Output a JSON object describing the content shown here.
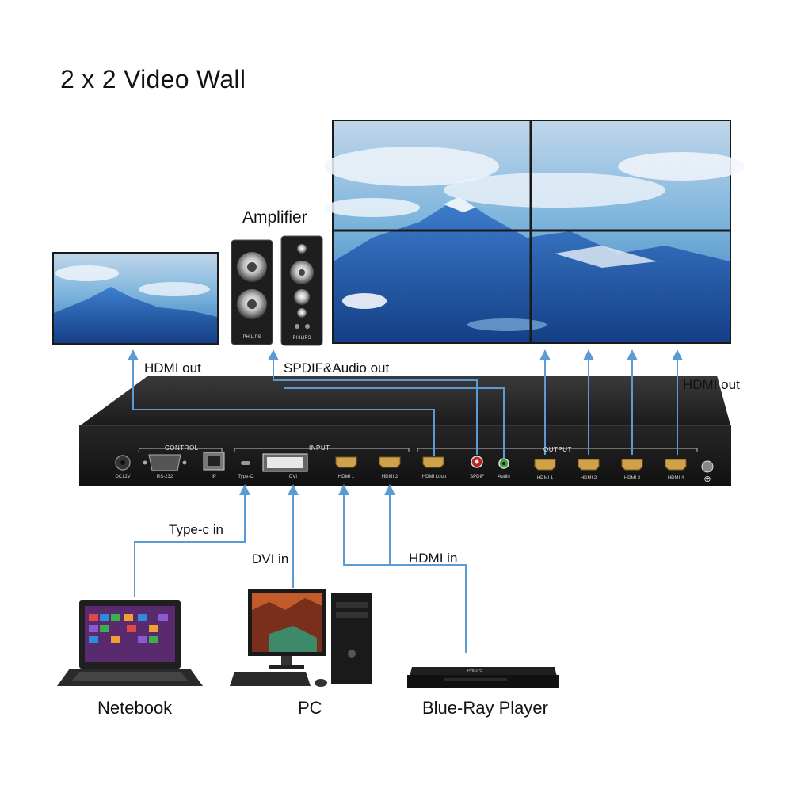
{
  "title": "2 x 2 Video Wall",
  "labels": {
    "amplifier": "Amplifier",
    "hdmi_out_left": "HDMI out",
    "spdif_audio_out": "SPDIF&Audio out",
    "hdmi_out_right": "HDMI out",
    "type_c_in": "Type-c in",
    "dvi_in": "DVI in",
    "hdmi_in": "HDMI in"
  },
  "devices": {
    "notebook": "Netebook",
    "pc": "PC",
    "bluray": "Blue-Ray Player"
  },
  "panel": {
    "control_group": "CONTROL",
    "input_group": "INPUT",
    "output_group": "OUTPUT",
    "ports": [
      "DC12V",
      "RS-232",
      "IP",
      "Type-C",
      "DVI",
      "HDMI 1",
      "HDMI 2",
      "HDMI Loop",
      "SPDIF",
      "Audio",
      "HDMI 1",
      "HDMI 2",
      "HDMI 3",
      "HDMI 4"
    ]
  },
  "speaker_brand": "PHILIPS",
  "colors": {
    "arrow": "#5b9bd5",
    "device_body": "#1b1b1b",
    "sky_top": "#c9dff0",
    "sky_mid": "#5e9fd0",
    "mountain": "#245fae"
  }
}
